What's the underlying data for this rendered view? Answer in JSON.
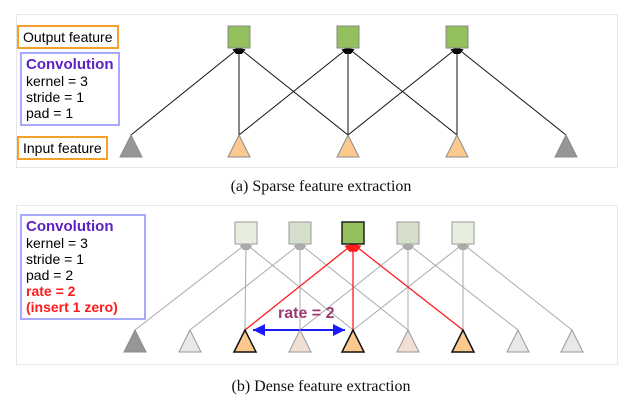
{
  "panel_a": {
    "output_label": "Output feature",
    "input_label": "Input feature",
    "conv": {
      "title": "Convolution",
      "lines": [
        "kernel = 3",
        "stride = 1",
        "pad = 1"
      ]
    },
    "caption": "(a) Sparse feature extraction",
    "inputs": [
      {
        "kind": "pad",
        "color": "#969696"
      },
      {
        "kind": "input",
        "color": "#fbc98e"
      },
      {
        "kind": "input",
        "color": "#fbc98e"
      },
      {
        "kind": "input",
        "color": "#fbc98e"
      },
      {
        "kind": "pad",
        "color": "#969696"
      }
    ],
    "outputs": [
      {
        "color": "#93bf5c"
      },
      {
        "color": "#93bf5c"
      },
      {
        "color": "#93bf5c"
      }
    ]
  },
  "panel_b": {
    "conv": {
      "title": "Convolution",
      "lines": [
        "kernel = 3",
        "stride = 1",
        "pad = 2"
      ],
      "rate_line": "rate = 2",
      "rate_note": "(insert 1 zero)"
    },
    "rate_annotation": "rate = 2",
    "caption": "(b) Dense feature extraction",
    "inputs": [
      {
        "kind": "pad",
        "color": "#969696"
      },
      {
        "kind": "pad-light",
        "color": "#e8e8e8"
      },
      {
        "kind": "active",
        "color": "#fbc98e"
      },
      {
        "kind": "faded",
        "color": "#f2dfd4"
      },
      {
        "kind": "active",
        "color": "#fbc98e"
      },
      {
        "kind": "faded",
        "color": "#f2dfd4"
      },
      {
        "kind": "active",
        "color": "#fbc98e"
      },
      {
        "kind": "pad-light",
        "color": "#e8e8e8"
      },
      {
        "kind": "pad-light",
        "color": "#e8e8e8"
      }
    ],
    "outputs": [
      {
        "color": "#e8eedd"
      },
      {
        "color": "#d6dfcb"
      },
      {
        "color": "#93bf5c",
        "highlight": true
      },
      {
        "color": "#d6dfcb"
      },
      {
        "color": "#e8eedd"
      }
    ],
    "colors": {
      "highlight_edge": "#ff1a1a",
      "rate_arrow": "#1a1aff",
      "faded_edge": "#aaaaaa"
    }
  }
}
